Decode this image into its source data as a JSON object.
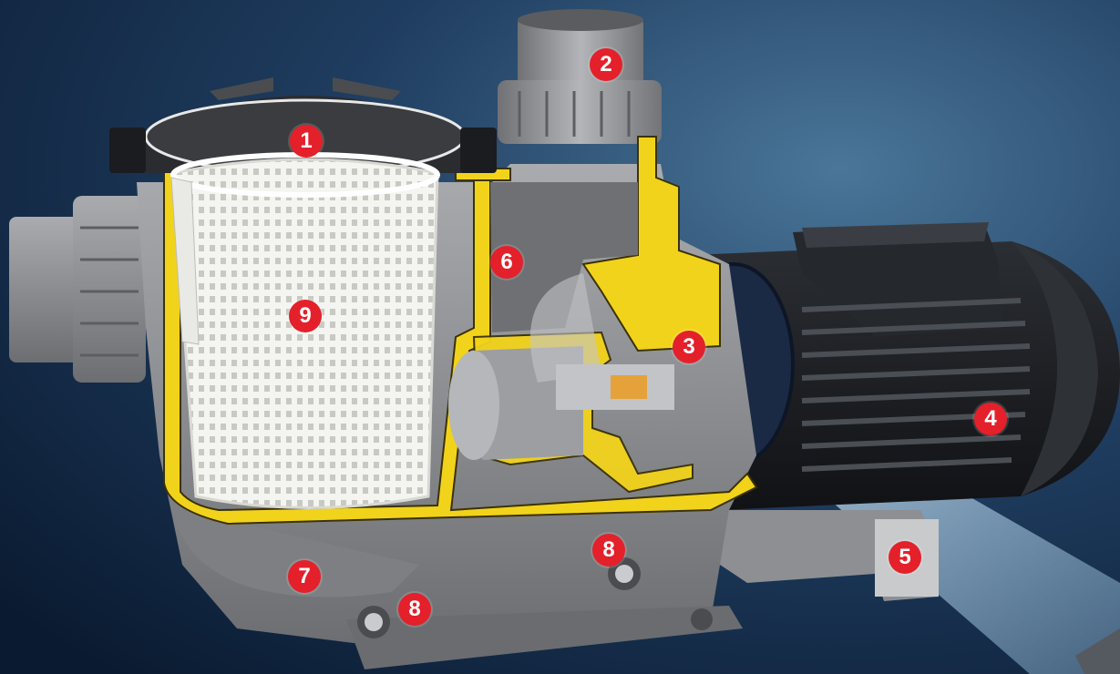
{
  "diagram": {
    "colors": {
      "background_dark": "#0c1c34",
      "background_light": "#3f6a90",
      "housing_grey": "#8a8c8f",
      "cutaway_yellow": "#f2d31b",
      "motor_black": "#1d1f22",
      "marker_red": "#e4202a"
    },
    "markers": [
      {
        "id": "1",
        "label": "1"
      },
      {
        "id": "2",
        "label": "2"
      },
      {
        "id": "3",
        "label": "3"
      },
      {
        "id": "4",
        "label": "4"
      },
      {
        "id": "5",
        "label": "5"
      },
      {
        "id": "6",
        "label": "6"
      },
      {
        "id": "7",
        "label": "7"
      },
      {
        "id": "8a",
        "label": "8"
      },
      {
        "id": "8b",
        "label": "8"
      },
      {
        "id": "9",
        "label": "9"
      }
    ]
  }
}
